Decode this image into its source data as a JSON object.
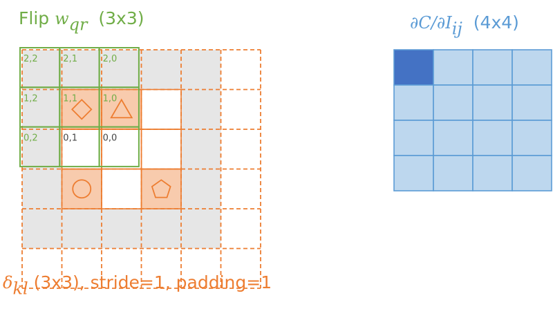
{
  "kernel_title": {
    "prefix": "Flip ",
    "symbol": "w",
    "subscript": "qr",
    "size": "(3x3)"
  },
  "gradient_title": {
    "symbol": "∂C/∂I",
    "subscript": "ij",
    "size": "(4x4)"
  },
  "delta_caption": {
    "symbol": "δ",
    "subscript": "kl",
    "text": "(3x3), stride=1, padding=1"
  },
  "kernel_cell_labels": [
    [
      "2,2",
      "2,1",
      "2,0"
    ],
    [
      "1,2",
      "1,1",
      "1,0"
    ],
    [
      "0,2",
      "0,1",
      "0,0"
    ]
  ],
  "delta_symbols": [
    [
      "diamond",
      "triangle",
      "empty"
    ],
    [
      "empty",
      "empty",
      "empty"
    ],
    [
      "circle",
      "empty",
      "pentagon"
    ]
  ],
  "gradient_grid": {
    "rows": 4,
    "cols": 4,
    "highlighted": [
      0,
      0
    ]
  },
  "colors": {
    "kernel_green": "#70ad47",
    "delta_orange": "#ed7d31",
    "delta_fill": "#f8cbad",
    "padding_gray": "#e6e6e6",
    "gradient_fill": "#bdd7ee",
    "gradient_highlight": "#4472c4",
    "gradient_border": "#5b9bd5"
  }
}
